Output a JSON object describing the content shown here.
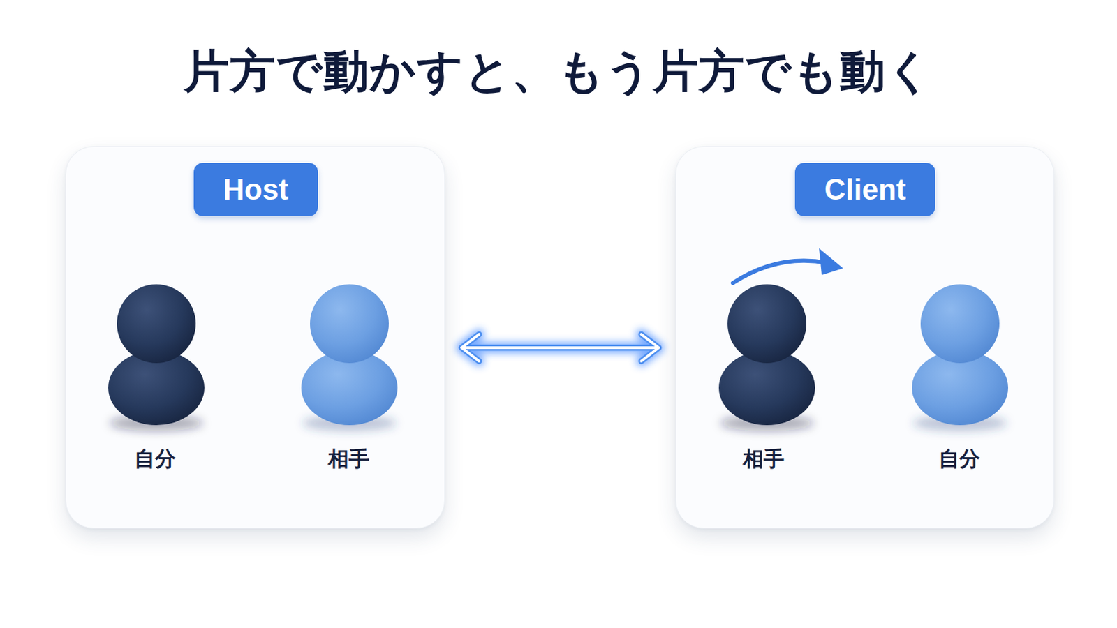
{
  "diagram": {
    "title": "片方で動かすと、もう片方でも動く",
    "nodes": [
      {
        "text": [
          "Host"
        ]
      },
      {
        "text": [
          "Client"
        ]
      }
    ],
    "edges": [
      {
        "from": 0,
        "to": 1,
        "arrow": "both"
      }
    ],
    "labels": [
      "自分",
      "相手",
      "相手",
      "自分"
    ]
  }
}
